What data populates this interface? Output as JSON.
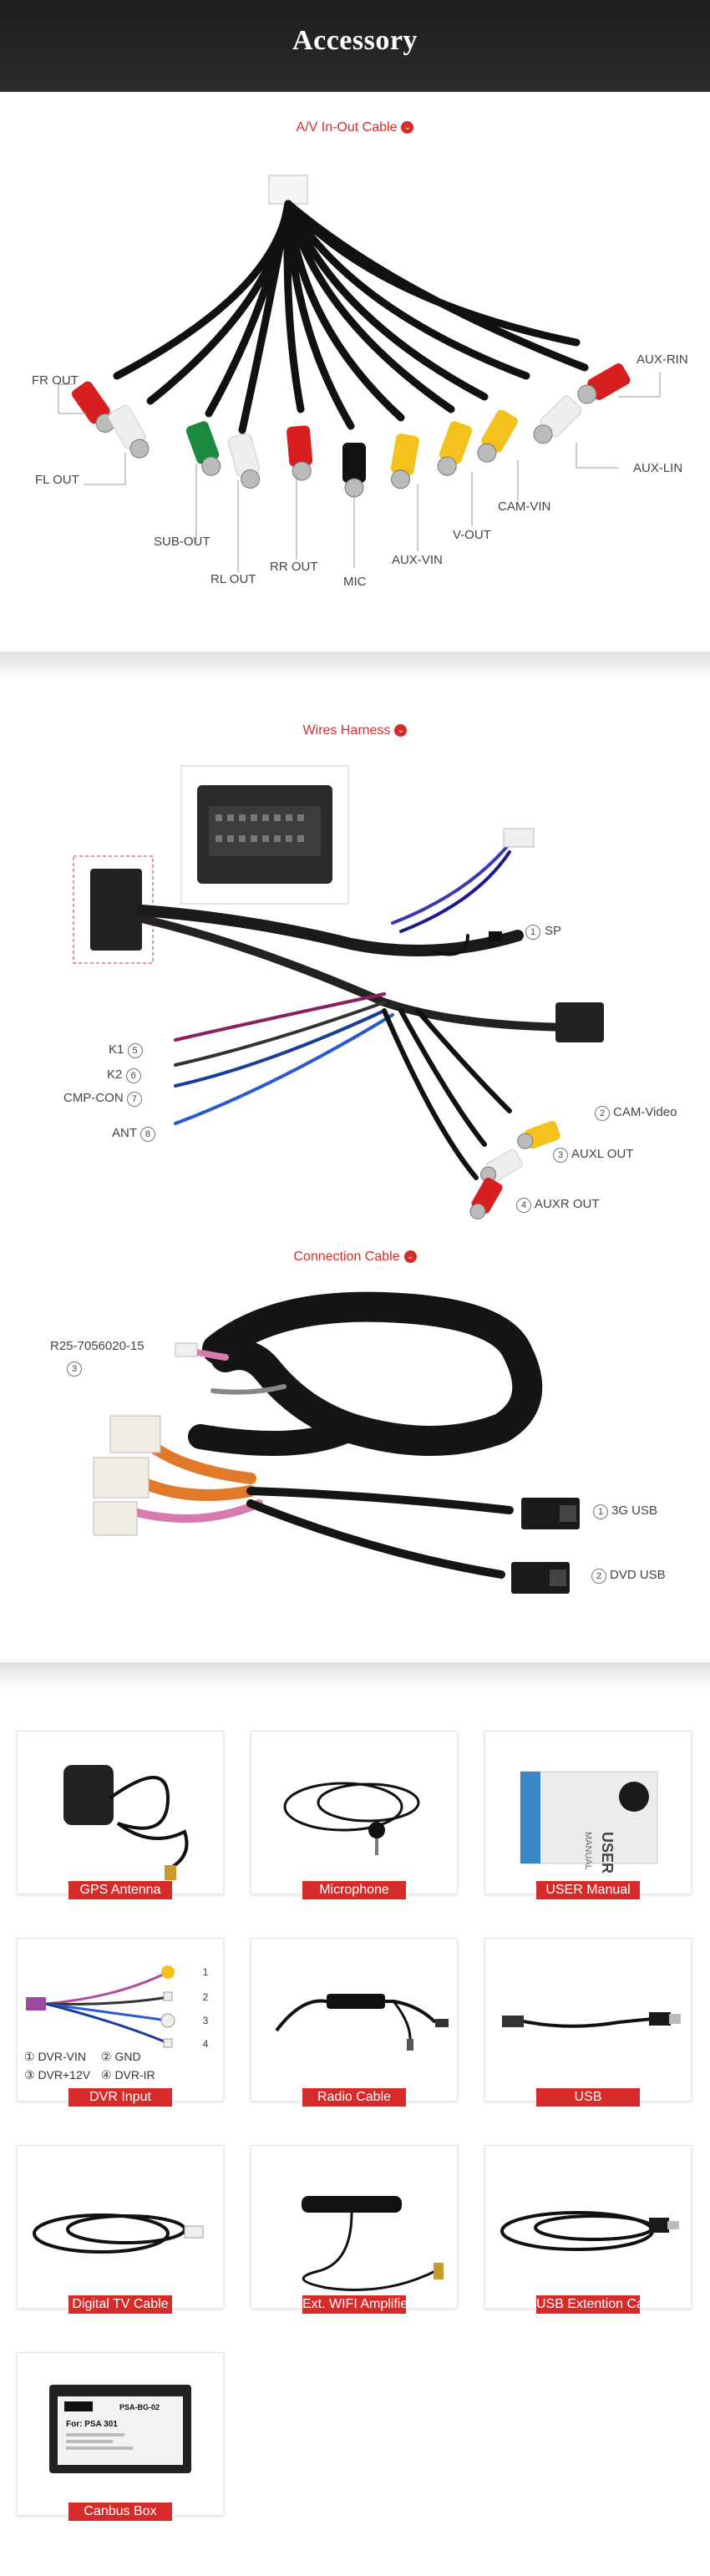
{
  "header": {
    "title": "Accessory"
  },
  "av_section": {
    "title": "A/V In-Out Cable",
    "labels": [
      "FR OUT",
      "FL OUT",
      "SUB-OUT",
      "RL OUT",
      "RR OUT",
      "MIC",
      "AUX-VIN",
      "V-OUT",
      "CAM-VIN",
      "AUX-LIN",
      "AUX-RIN"
    ]
  },
  "wires_section": {
    "title": "Wires Harness",
    "sp": "SP",
    "sp_num": "1",
    "left": [
      {
        "label": "K1",
        "num": "5"
      },
      {
        "label": "K2",
        "num": "6"
      },
      {
        "label": "CMP-CON",
        "num": "7"
      },
      {
        "label": "ANT",
        "num": "8"
      }
    ],
    "right": [
      {
        "num": "2",
        "label": "CAM-Video"
      },
      {
        "num": "3",
        "label": "AUXL OUT"
      },
      {
        "num": "4",
        "label": "AUXR OUT"
      }
    ]
  },
  "connection_section": {
    "title": "Connection Cable",
    "part": "R25-7056020-15",
    "part_num": "3",
    "usb": [
      {
        "num": "1",
        "label": "3G USB"
      },
      {
        "num": "2",
        "label": "DVD USB"
      }
    ]
  },
  "accessories": [
    {
      "label": "GPS Antenna",
      "icon": "gps-antenna"
    },
    {
      "label": "Microphone",
      "icon": "microphone"
    },
    {
      "label": "USER Manual",
      "icon": "user-manual"
    },
    {
      "label": "DVR Input",
      "icon": "dvr-input"
    },
    {
      "label": "Radio Cable",
      "icon": "radio-cable"
    },
    {
      "label": "USB",
      "icon": "usb-cable"
    },
    {
      "label": "Digital TV Cable",
      "icon": "digital-tv-cable"
    },
    {
      "label": "Ext. WIFI Amplifier",
      "icon": "wifi-antenna"
    },
    {
      "label": "USB Extention Cable",
      "icon": "usb-extension-cable"
    },
    {
      "label": "Canbus Box",
      "icon": "canbus-box"
    }
  ],
  "dvr_card": {
    "nums": [
      "1",
      "2",
      "3",
      "4"
    ],
    "legend": [
      "① DVR-VIN",
      "② GND",
      "③ DVR+12V",
      "④ DVR-IR"
    ]
  },
  "manual_card": {
    "word1": "USER",
    "word2": "MANUAL"
  },
  "canbus_card": {
    "lines": [
      "For: PSA 301",
      "PSA-BG-02"
    ]
  },
  "colors": {
    "accent": "#d62b2b",
    "header_bg": "#262626"
  }
}
